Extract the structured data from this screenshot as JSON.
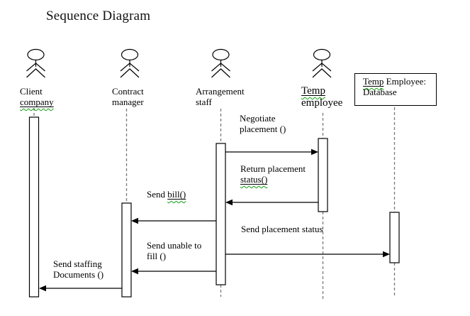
{
  "title": "Sequence Diagram",
  "colors": {
    "diagram_line": "#000000",
    "lifeline_gray": "#7a7a7a",
    "spellcheck_green": "#11a011",
    "background": "#ffffff"
  },
  "actors": {
    "client": {
      "line1": "Client",
      "line2": "company"
    },
    "contract": {
      "line1": "Contract",
      "line2": "manager"
    },
    "arrangement": {
      "line1": "Arrangement",
      "line2": "staff"
    },
    "temp": {
      "line1": "Temp",
      "line2": "employee"
    }
  },
  "objects": {
    "database": {
      "name_underlined": "Temp",
      "name_rest": " Employee:",
      "line2": "Database"
    }
  },
  "messages": {
    "negotiate_placement": {
      "line1": "Negotiate",
      "line2": "placement ()",
      "from": "Arrangement staff",
      "to": "Temp employee"
    },
    "return_status": {
      "line1": "Return placement",
      "line2_underlined": "status()",
      "from": "Temp employee",
      "to": "Arrangement staff"
    },
    "send_bill": {
      "prefix": "Send ",
      "underlined": "bill()",
      "from": "Arrangement staff",
      "to": "Contract manager"
    },
    "send_placement_status": {
      "line1": "Send placement status",
      "from": "Arrangement staff",
      "to": "Temp Employee: Database"
    },
    "send_unable": {
      "line1": "Send unable to",
      "line2": "fill ()",
      "from": "Arrangement staff",
      "to": "Contract manager"
    },
    "send_staffing": {
      "line1": "Send staffing",
      "line2": "Documents ()",
      "from": "Contract manager",
      "to": "Client company"
    }
  }
}
